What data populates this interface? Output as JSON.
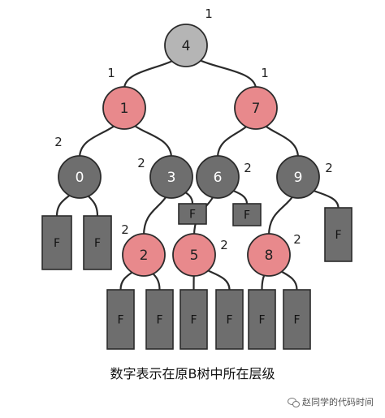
{
  "caption": "数字表示在原B树中所在层级",
  "watermark": "赵同学的代码时间",
  "colors": {
    "root_fill": "#b5b5b5",
    "red_fill": "#e8898c",
    "gray_fill": "#6e6e6e",
    "leaf_fill": "#6e6e6e",
    "stroke": "#2b2b2b"
  },
  "tree": {
    "nodes": [
      {
        "id": "n4",
        "label": "4",
        "level": "1",
        "color": "root"
      },
      {
        "id": "n1",
        "label": "1",
        "level": "1",
        "color": "red"
      },
      {
        "id": "n7",
        "label": "7",
        "level": "1",
        "color": "red"
      },
      {
        "id": "n0",
        "label": "0",
        "level": "2",
        "color": "gray"
      },
      {
        "id": "n3",
        "label": "3",
        "level": "2",
        "color": "gray"
      },
      {
        "id": "n6",
        "label": "6",
        "level": "2",
        "color": "gray"
      },
      {
        "id": "n9",
        "label": "9",
        "level": "2",
        "color": "gray"
      },
      {
        "id": "n2",
        "label": "2",
        "level": "2",
        "color": "red"
      },
      {
        "id": "n5",
        "label": "5",
        "level": "2",
        "color": "red"
      },
      {
        "id": "n8",
        "label": "8",
        "level": "2",
        "color": "red"
      }
    ],
    "leaf_label": "F"
  }
}
